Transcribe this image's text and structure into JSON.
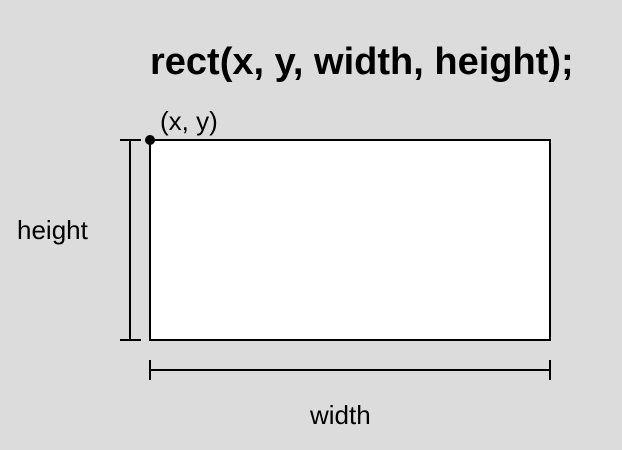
{
  "diagram": {
    "title": "rect(x, y, width, height);",
    "origin_label": "(x, y)",
    "height_label": "height",
    "width_label": "width",
    "colors": {
      "background": "#dcdcdc",
      "rect_fill": "#ffffff",
      "stroke": "#000000"
    }
  }
}
